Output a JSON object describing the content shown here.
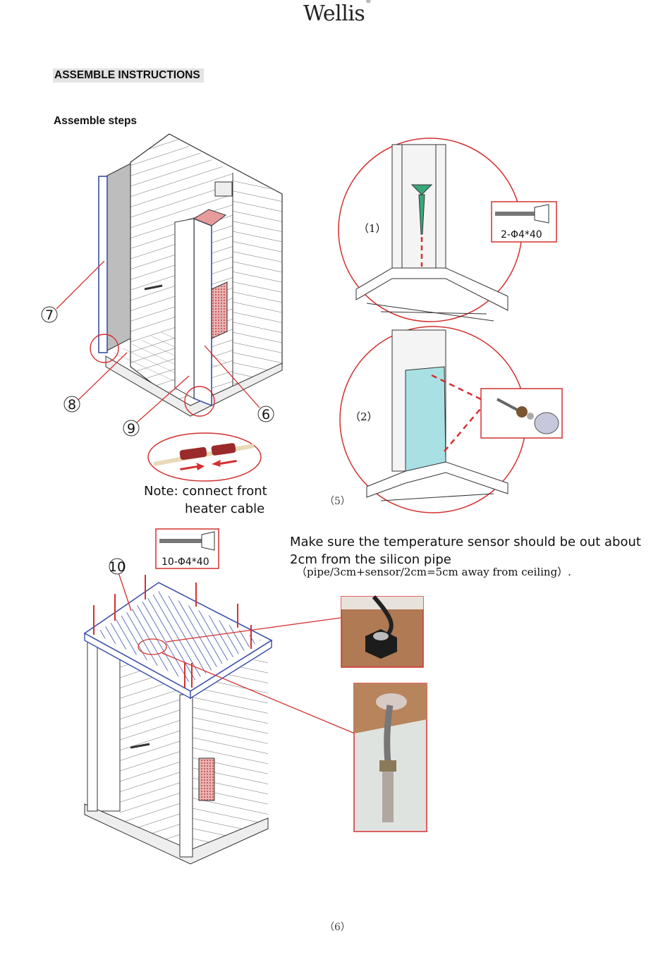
{
  "header": {
    "brand": "Wellis",
    "brand_mark": "®"
  },
  "section_heading": "ASSEMBLE INSTRUCTIONS",
  "sub_heading": "Assemble steps",
  "callouts": {
    "c7": "7",
    "c8": "8",
    "c9": "9",
    "c6": "6",
    "c10": "10"
  },
  "zoom_views": {
    "view1_label": "（1）",
    "view2_label": "（2）"
  },
  "screws": {
    "top_spec": "2-Φ4*40",
    "roof_spec": "10-Φ4*40"
  },
  "note": {
    "line1": "Note: connect front",
    "line2": "heater cable"
  },
  "step_number": "（5）",
  "sensor_instruction": "Make sure the temperature sensor should be out about 2cm from the silicon pipe",
  "sensor_formula": "（pipe/3cm+sensor/2cm=5cm away from ceiling）.",
  "page_number": "（6）",
  "colors": {
    "accent_red": "#d3302f",
    "panel_blue": "#3b4fa8",
    "glass_cyan": "#a8e0e3",
    "wood": "#b07a55"
  }
}
